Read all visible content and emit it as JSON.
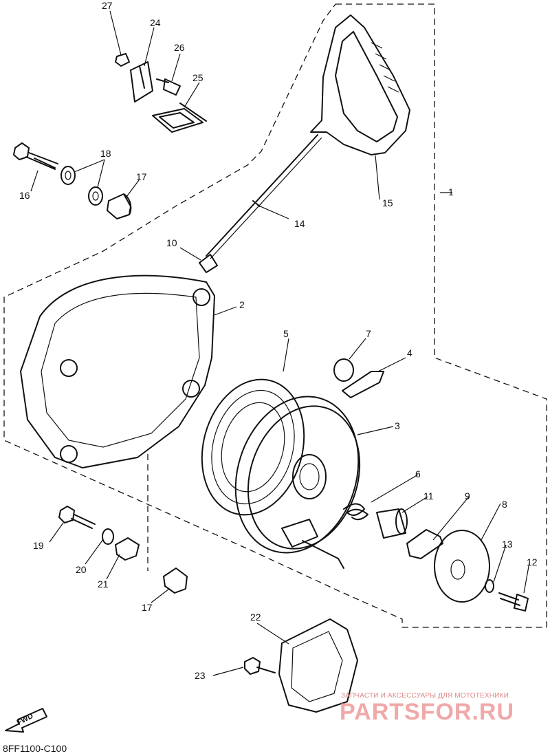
{
  "diagram": {
    "callouts": [
      "27",
      "24",
      "26",
      "25",
      "18",
      "16",
      "17",
      "10",
      "14",
      "15",
      "1",
      "2",
      "5",
      "7",
      "4",
      "3",
      "6",
      "11",
      "9",
      "8",
      "13",
      "12",
      "19",
      "20",
      "21",
      "17",
      "22",
      "23"
    ],
    "figure_code": "8FF1100-C100",
    "fwd_label": "FWD"
  },
  "watermark": {
    "subtitle": "ЗАПЧАСТИ И АКСЕССУАРЫ ДЛЯ МОТОТЕХНИКИ",
    "brand": "PARTSFOR.RU"
  }
}
